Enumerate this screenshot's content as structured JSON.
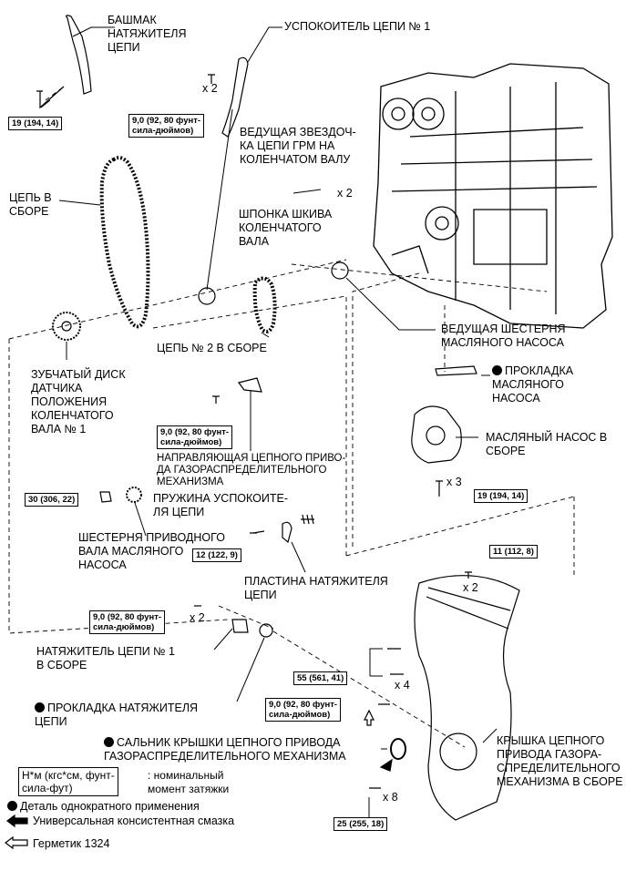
{
  "labels": {
    "tensioner_slipper": "БАШМАК\nНАТЯЖИТЕЛЯ\nЦЕПИ",
    "chain_damper_1": "УСПОКОИТЕЛЬ ЦЕПИ № 1",
    "crank_sprocket": "ВЕДУЩАЯ ЗВЕЗДОЧ-\nКА ЦЕПИ ГРМ НА\nКОЛЕНЧАТОМ ВАЛУ",
    "chain_sub_assy": "ЦЕПЬ В\nСБОРЕ",
    "crank_pulley_key": "ШПОНКА ШКИВА\nКОЛЕНЧАТОГО\nВАЛА",
    "oil_pump_drive_gear": "ВЕДУЩАЯ ШЕСТЕРНЯ\nМАСЛЯНОГО НАСОСА",
    "no2_chain": "ЦЕПЬ № 2 В СБОРЕ",
    "crank_position_plate": "ЗУБЧАТЫЙ ДИСК\nДАТЧИКА\nПОЛОЖЕНИЯ\nКОЛЕНЧАТОГО\nВАЛА № 1",
    "oil_pump_gasket": "ПРОКЛАДКА\nМАСЛЯНОГО\nНАСОСА",
    "oil_pump_assy": "МАСЛЯНЫЙ НАСОС В\nСБОРЕ",
    "chain_guide": "НАПРАВЛЯЮЩАЯ ЦЕПНОГО ПРИВО-\nДА ГАЗОРАСПРЕДЕЛИТЕЛЬНОГО\nМЕХАНИЗМА",
    "damper_spring": "ПРУЖИНА УСПОКОИТЕ-\nЛЯ ЦЕПИ",
    "oil_pump_shaft_gear": "ШЕСТЕРНЯ ПРИВОДНОГО\nВАЛА МАСЛЯНОГО\nНАСОСА",
    "tensioner_plate": "ПЛАСТИНА НАТЯЖИТЕЛЯ\nЦЕПИ",
    "tensioner_no1": "НАТЯЖИТЕЛЬ ЦЕПИ № 1\nВ СБОРЕ",
    "tensioner_gasket": "ПРОКЛАДКА НАТЯЖИТЕЛЯ\nЦЕПИ",
    "cover_oil_seal": "САЛЬНИК КРЫШКИ ЦЕПНОГО ПРИВОДА\nГАЗОРАСПРЕДЕЛИТЕЛЬНОГО МЕХАНИЗМА",
    "timing_cover": "КРЫШКА ЦЕПНОГО\nПРИВОДА ГАЗОРА-\nСПРЕДЕЛИТЕЛЬНОГО\nМЕХАНИЗМА В СБОРЕ"
  },
  "torques": {
    "t19_top": "19 (194, 14)",
    "t9_damper": "9,0 (92, 80 фунт-\nсила-дюймов)",
    "t9_guide": "9,0 (92, 80 фунт-\nсила-дюймов)",
    "t30": "30 (306, 22)",
    "t12": "12 (122, 9)",
    "t19_pump": "19 (194, 14)",
    "t11": "11 (112, 8)",
    "t9_tensioner": "9,0 (92, 80 фунт-\nсила-дюймов)",
    "t55": "55 (561, 41)",
    "t9_cover": "9,0 (92, 80 фунт-\nсила-дюймов)",
    "t25": "25 (255, 18)"
  },
  "quantities": {
    "q_damper": "x 2",
    "q_key": "x 2",
    "q_pump": "x 3",
    "q_nut": "x 2",
    "q_tensioner": "x 2",
    "q_cover55": "x 4",
    "q_cover25": "x 8"
  },
  "legend": {
    "torque_box": "Н*м (кгс*см, фунт-\nсила-фут)",
    "torque_desc": ": номинальный\nмомент затяжки",
    "non_reusable": "Деталь однократного применения",
    "grease": "Универсальная консистентная смазка",
    "sealant": "Герметик 1324"
  }
}
